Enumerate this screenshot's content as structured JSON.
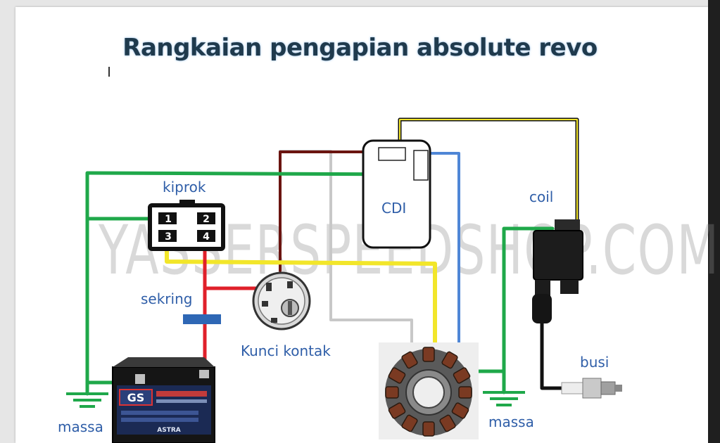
{
  "title": "Rangkaian pengapian absolute revo",
  "watermark": "YASSERSPEEDSHOP.COM",
  "labels": {
    "kiprok": "kiprok",
    "cdi": "CDI",
    "coil": "coil",
    "sekring": "sekring",
    "kunci_kontak": "Kunci kontak",
    "busi": "busi",
    "massa_left": "massa",
    "massa_right": "massa"
  },
  "kiprok_pins": [
    "1",
    "2",
    "3",
    "4"
  ],
  "battery": {
    "brand": "GS",
    "maker": "ASTRA"
  },
  "colors": {
    "wire_green": "#1fa84a",
    "wire_red": "#e0202a",
    "wire_yellow": "#f2e62a",
    "wire_black": "#111111",
    "wire_brown": "#6b1410",
    "wire_blue": "#4f86d6",
    "wire_gray": "#c8c8c8",
    "label_blue": "#2f5ea8",
    "fuse": "#2e67b5"
  }
}
